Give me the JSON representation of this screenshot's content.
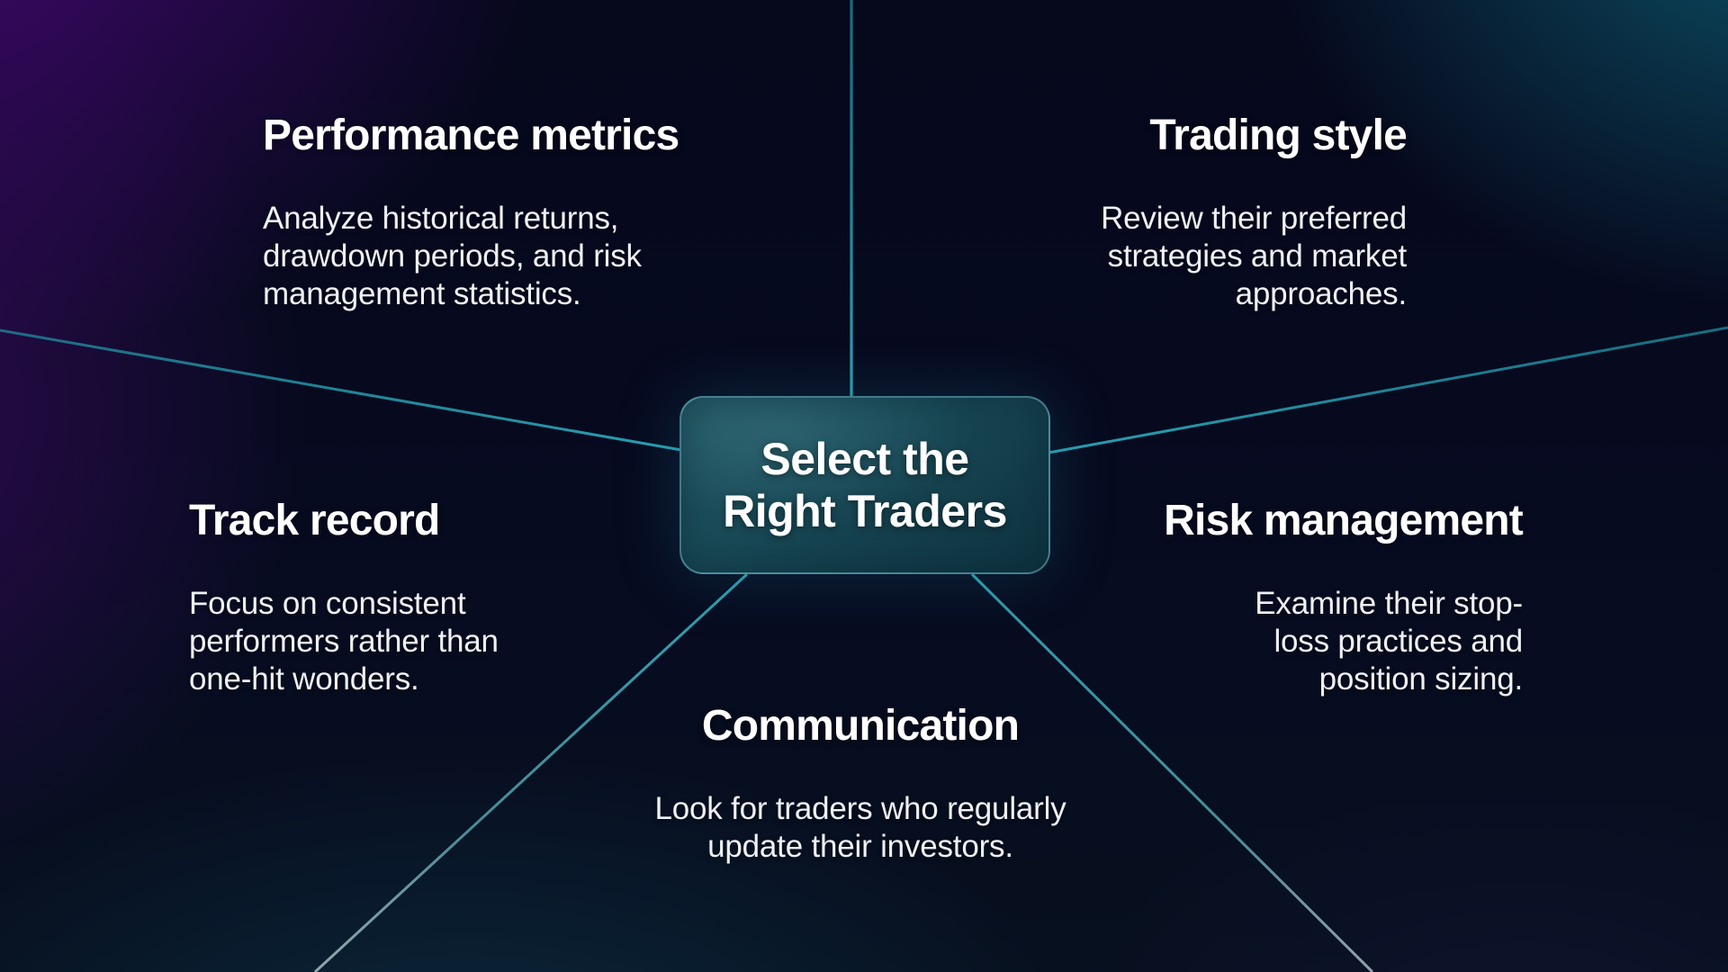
{
  "title": "Select the Right Traders",
  "center": {
    "line1": "Select the",
    "line2": "Right Traders"
  },
  "topics": {
    "performance": {
      "heading": "Performance metrics",
      "body": [
        "Analyze historical returns,",
        "drawdown periods, and risk",
        "management statistics."
      ]
    },
    "trading": {
      "heading": "Trading style",
      "body": [
        "Review their preferred",
        "strategies and market",
        "approaches."
      ]
    },
    "track": {
      "heading": "Track record",
      "body": [
        "Focus on consistent",
        "performers rather than",
        "one-hit wonders."
      ]
    },
    "risk": {
      "heading": "Risk management",
      "body": [
        "Examine their stop-",
        "loss practices and",
        "position sizing."
      ]
    },
    "communication": {
      "heading": "Communication",
      "body": [
        "Look for traders who regularly",
        "update their investors."
      ]
    }
  },
  "colors": {
    "accent_teal_line": "#2398a8",
    "line_fade_silver": "#a7bcc3",
    "node_fill_top": "#245a66",
    "node_fill_bottom": "#0e3340",
    "node_border": "#70bac9",
    "background_purple": "#41066e",
    "background_teal": "#0d5a70",
    "background_navy": "#070b20",
    "text": "#ffffff"
  }
}
